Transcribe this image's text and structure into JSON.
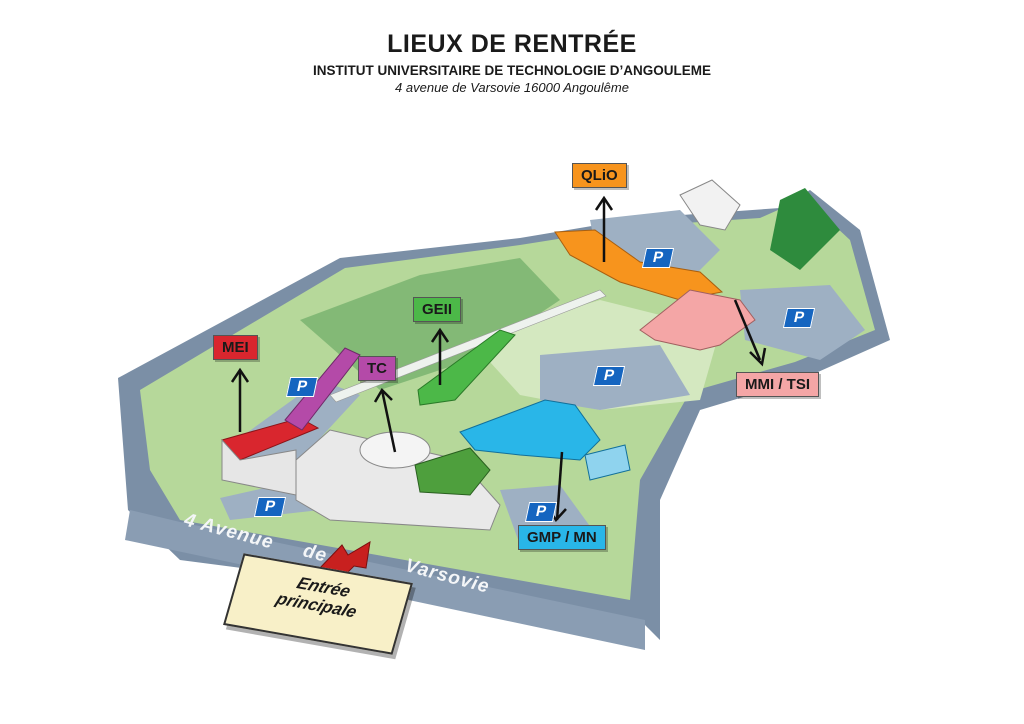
{
  "header": {
    "title": "LIEUX DE RENTRÉE",
    "subtitle": "INSTITUT UNIVERSITAIRE DE TECHNOLOGIE D’ANGOULEME",
    "address": "4 avenue de Varsovie 16000 Angoulême"
  },
  "buildings": [
    {
      "id": "qlio",
      "label": "QLiO",
      "color": "#f7941d"
    },
    {
      "id": "geii",
      "label": "GEII",
      "color": "#4cb848"
    },
    {
      "id": "mei",
      "label": "MEI",
      "color": "#d9262e"
    },
    {
      "id": "tc",
      "label": "TC",
      "color": "#b44aa8"
    },
    {
      "id": "mmi_tsi",
      "label": "MMI / TSI",
      "color": "#f4a6a6"
    },
    {
      "id": "gmp_mn",
      "label": "GMP / MN",
      "color": "#29b6e8"
    }
  ],
  "road": {
    "part1": "4 Avenue",
    "part2": "de",
    "part3": "Varsovie"
  },
  "parking_symbol": "P",
  "entrance": {
    "line1": "Entrée",
    "line2": "principale"
  },
  "colors": {
    "grass": "#b6d89a",
    "grass_light": "#d4e8c0",
    "road": "#7b8fa6",
    "road_light": "#9eb0c3",
    "parking_blue": "#1565c0",
    "dark_green": "#2e8b3d",
    "arrow_red": "#c8201f"
  }
}
